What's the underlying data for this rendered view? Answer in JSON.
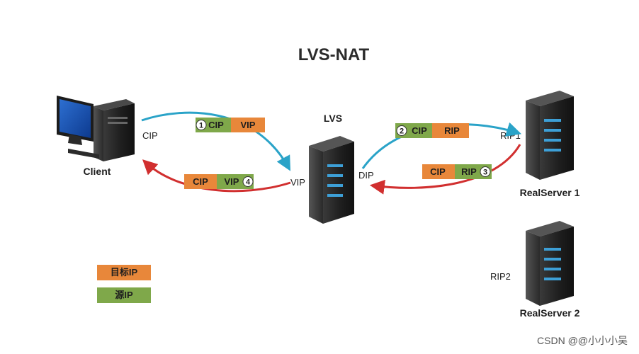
{
  "title": "LVS-NAT",
  "nodes": {
    "client": "Client",
    "lvs": "LVS",
    "rs1": "RealServer  1",
    "rs2": "RealServer  2"
  },
  "ip_labels": {
    "cip": "CIP",
    "vip": "VIP",
    "dip": "DIP",
    "rip1": "RIP1",
    "rip2": "RIP2"
  },
  "packets": [
    {
      "step": "1",
      "left": "CIP",
      "right": "VIP"
    },
    {
      "step": "2",
      "left": "CIP",
      "right": "RIP"
    },
    {
      "step": "3",
      "left": "CIP",
      "right": "RIP"
    },
    {
      "step": "4",
      "left": "CIP",
      "right": "VIP"
    }
  ],
  "legend": {
    "dest_ip": "目标IP",
    "src_ip": "源IP"
  },
  "colors": {
    "orange": "#e8873a",
    "green": "#7fa84a",
    "blue_arrow": "#2aa3c8",
    "red_arrow": "#d12f2f"
  },
  "watermark": "CSDN @@小小小吴"
}
